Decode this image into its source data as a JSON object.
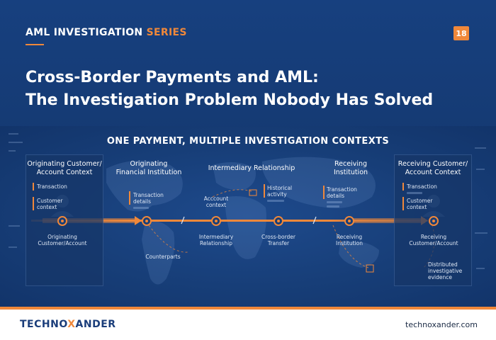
{
  "header": {
    "series_prefix": "AML INVESTIGATION ",
    "series_accent": "SERIES",
    "page_number": "18",
    "title_line1": "Cross-Border Payments and AML:",
    "title_line2": "The Investigation Problem Nobody Has Solved"
  },
  "infographic": {
    "heading": "ONE PAYMENT, MULTIPLE INVESTIGATION CONTEXTS",
    "columns": {
      "orig_customer_line1": "Originating Customer/",
      "orig_customer_line2": "Account Context",
      "orig_fi_line1": "Originating",
      "orig_fi_line2": "Financial Institution",
      "intermediary": "Intermediary Relationship",
      "receiving_inst_line1": "Receiving",
      "receiving_inst_line2": "Institution",
      "recv_customer_line1": "Receiving Customer/",
      "recv_customer_line2": "Account Context"
    },
    "labels": {
      "transaction": "Transaction",
      "customer": "Customer",
      "context": "context",
      "transaction_details_1": "Transaction",
      "transaction_details_2": "details",
      "account_context_1": "Acccount",
      "account_context_2": "context",
      "historical_1": "Historical",
      "historical_2": "activity",
      "recv_td_1": "Transaction",
      "recv_td_2": "details",
      "recv_transaction": "Transaction",
      "recv_customer": "Customer",
      "recv_context": "context",
      "distributed_1": "Distributed",
      "distributed_2": "investigative",
      "distributed_3": "evidence",
      "counterparts": "Counterparts"
    },
    "nodes": {
      "originating_1": "Originating",
      "originating_2": "Customer/Account",
      "intermediary_1": "Intermediary",
      "intermediary_2": "Relationship",
      "crossborder_1": "Cross-border",
      "crossborder_2": "Transfer",
      "receiving_1": "Receiving",
      "receiving_2": "Institution",
      "recv_cust_1": "Receiving",
      "recv_cust_2": "Customer/Account"
    },
    "colors": {
      "accent": "#f0883a",
      "navy": "#173e78"
    }
  },
  "footer": {
    "logo_prefix": "TECHNO",
    "logo_x": "X",
    "logo_suffix": "ANDER",
    "website": "technoxander.com"
  }
}
